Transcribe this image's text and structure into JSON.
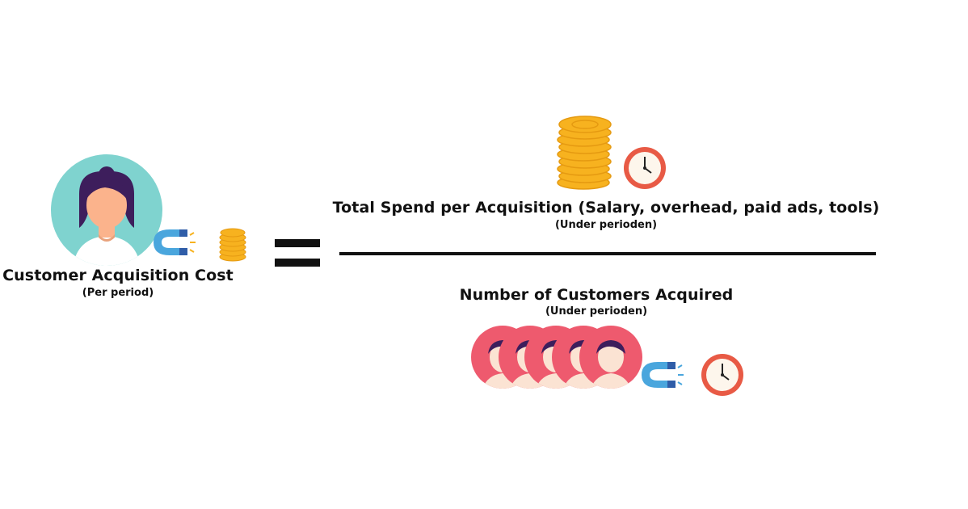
{
  "left": {
    "title": "Customer Acquisition Cost",
    "subtitle": "(Per period)"
  },
  "operator": "=",
  "numerator": {
    "title": "Total Spend per Acquisition (Salary, overhead, paid ads, tools)",
    "subtitle": "(Under perioden)"
  },
  "denominator": {
    "title": "Number of Customers Acquired",
    "subtitle": "(Under perioden)"
  },
  "icons": {
    "customer_avatar": "woman-avatar-icon",
    "magnet": "magnet-icon",
    "coins": "coin-stack-icon",
    "clock": "clock-icon",
    "customers": "customer-group-icon"
  },
  "colors": {
    "avatar_teal": "#7fd3cf",
    "avatar_red": "#ee5a6e",
    "skin": "#fbb38c",
    "hair": "#3d1e5c",
    "coin_gold": "#f7b21f",
    "clock_red": "#e85a45",
    "magnet_blue": "#4aa6dd"
  }
}
